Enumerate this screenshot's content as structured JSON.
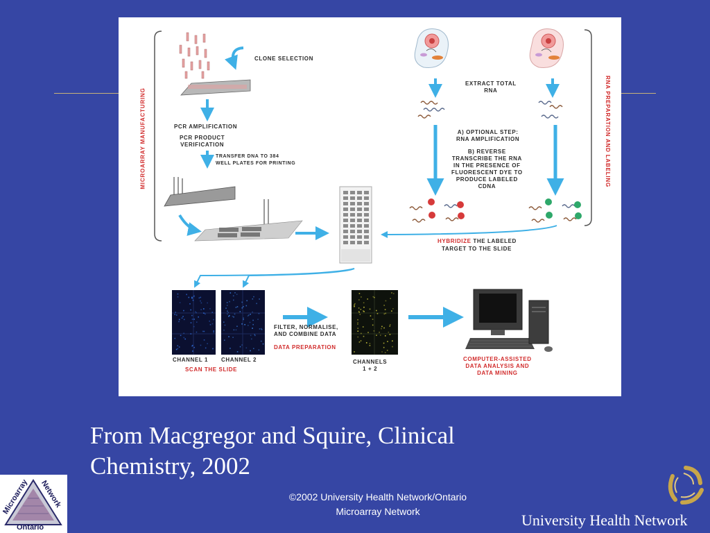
{
  "figure": {
    "clone_selection": "Clone Selection",
    "pcr_amplification": "PCR Amplification",
    "pcr_verification": "PCR Product\nVerification",
    "transfer_dna": "Transfer DNA to 384\nWell Plates for Printing",
    "microarray_manufacturing": "Microarray Manufacturing",
    "rna_preparation": "RNA Preparation and Labeling",
    "extract_rna": "Extract Total\nRNA",
    "optional_step": "A) Optional step:\nRNA Amplification",
    "reverse_transcribe": "B) Reverse\nTranscribe the RNA\nin the presence of\nFluorescent dye to\nproduce labeled\ncDNA",
    "hybridize_red": "Hybridize",
    "hybridize_rest": " the Labeled",
    "hybridize_line2": "Target to the Slide",
    "channel1": "Channel 1",
    "channel2": "Channel 2",
    "scan_slide": "Scan The Slide",
    "filter_normalise": "Filter, Normalise,\nand Combine Data",
    "data_preparation": "Data Preparation",
    "channels_combined": "Channels\n1 + 2",
    "computer_assisted": "Computer-Assisted\nData Analysis and\nData Mining"
  },
  "caption": "From Macgregor and Squire, Clinical Chemistry, 2002",
  "copyright": "©2002 University Health Network/Ontario Microarray Network",
  "uhn_name": "University Health Network",
  "logo_left": {
    "word1": "Microarray",
    "word2": "Network",
    "word3": "Ontario"
  },
  "colors": {
    "background": "#3646a4",
    "arrow": "#3fb0e6",
    "accent_red": "#d12b2b",
    "rule": "#c9b27a",
    "logo_gold": "#c8a64a"
  }
}
